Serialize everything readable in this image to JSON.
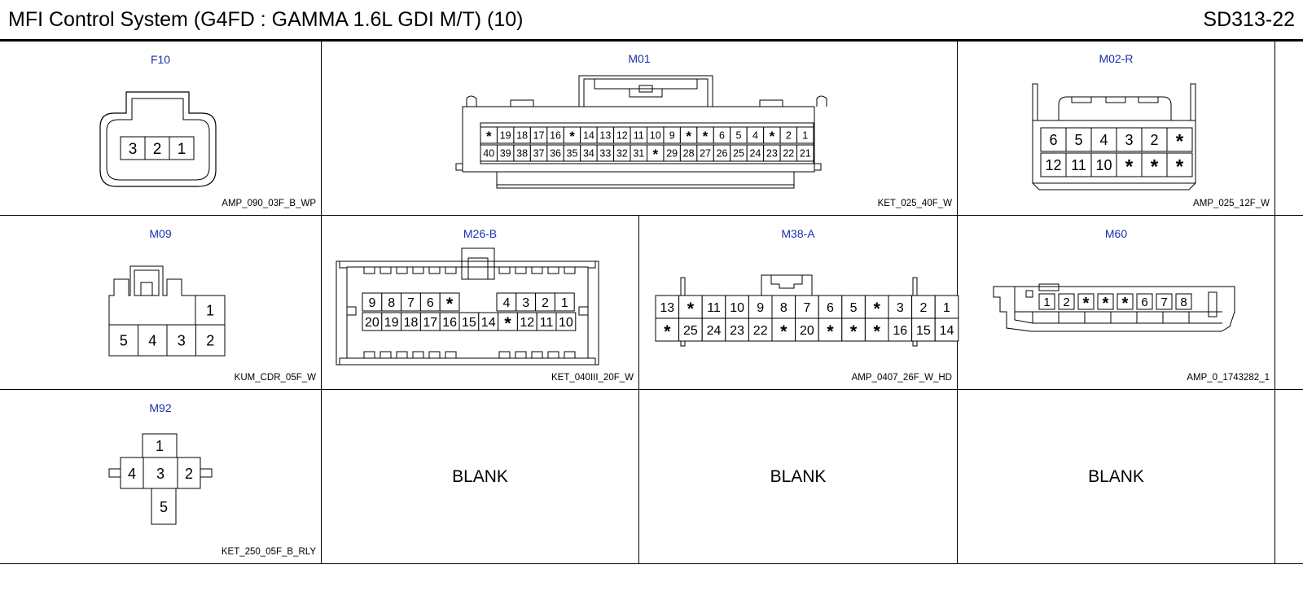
{
  "header": {
    "title": "MFI Control System (G4FD : GAMMA 1.6L GDI M/T) (10)",
    "code": "SD313-22"
  },
  "connectors": {
    "F10": {
      "label": "F10",
      "part": "AMP_090_03F_B_WP",
      "pins": [
        "3",
        "2",
        "1"
      ]
    },
    "M01": {
      "label": "M01",
      "part": "KET_025_40F_W",
      "row1": [
        "*",
        "19",
        "18",
        "17",
        "16",
        "*",
        "14",
        "13",
        "12",
        "11",
        "10",
        "9",
        "*",
        "*",
        "6",
        "5",
        "4",
        "*",
        "2",
        "1"
      ],
      "row2": [
        "40",
        "39",
        "38",
        "37",
        "36",
        "35",
        "34",
        "33",
        "32",
        "31",
        "*",
        "29",
        "28",
        "27",
        "26",
        "25",
        "24",
        "23",
        "22",
        "21"
      ]
    },
    "M02R": {
      "label": "M02-R",
      "part": "AMP_025_12F_W",
      "row1": [
        "6",
        "5",
        "4",
        "3",
        "2",
        "*"
      ],
      "row2": [
        "12",
        "11",
        "10",
        "*",
        "*",
        "*"
      ]
    },
    "M09": {
      "label": "M09",
      "part": "KUM_CDR_05F_W",
      "top": "1",
      "row": [
        "5",
        "4",
        "3",
        "2"
      ]
    },
    "M26B": {
      "label": "M26-B",
      "part": "KET_040III_20F_W",
      "row1a": [
        "9",
        "8",
        "7",
        "6",
        "*"
      ],
      "row1b": [
        "4",
        "3",
        "2",
        "1"
      ],
      "row2": [
        "20",
        "19",
        "18",
        "17",
        "16",
        "15",
        "14",
        "*",
        "12",
        "11",
        "10"
      ]
    },
    "M38A": {
      "label": "M38-A",
      "part": "AMP_0407_26F_W_HD",
      "row1": [
        "13",
        "*",
        "11",
        "10",
        "9",
        "8",
        "7",
        "6",
        "5",
        "*",
        "3",
        "2",
        "1"
      ],
      "row2": [
        "*",
        "25",
        "24",
        "23",
        "22",
        "*",
        "20",
        "*",
        "*",
        "*",
        "16",
        "15",
        "14"
      ]
    },
    "M60": {
      "label": "M60",
      "part": "AMP_0_1743282_1",
      "pins": [
        "1",
        "2",
        "*",
        "*",
        "*",
        "6",
        "7",
        "8"
      ]
    },
    "M92": {
      "label": "M92",
      "part": "KET_250_05F_B_RLY",
      "top": "1",
      "left": "4",
      "center": "3",
      "right": "2",
      "bottom": "5"
    }
  },
  "blanks": [
    "BLANK",
    "BLANK",
    "BLANK"
  ]
}
